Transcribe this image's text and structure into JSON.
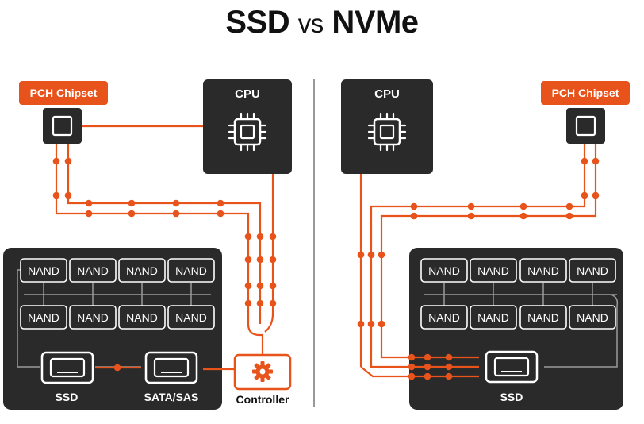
{
  "title": {
    "part1": "SSD",
    "part2": "vs",
    "part3": "NVMe"
  },
  "left": {
    "chipset_label": "PCH Chipset",
    "cpu_label": "CPU",
    "nand_row1": [
      "NAND",
      "NAND",
      "NAND",
      "NAND"
    ],
    "nand_row2": [
      "NAND",
      "NAND",
      "NAND",
      "NAND"
    ],
    "ssd_label": "SSD",
    "interface_label": "SATA/SAS",
    "controller_label": "Controller"
  },
  "right": {
    "chipset_label": "PCH Chipset",
    "cpu_label": "CPU",
    "nand_row1": [
      "NAND",
      "NAND",
      "NAND",
      "NAND"
    ],
    "nand_row2": [
      "NAND",
      "NAND",
      "NAND",
      "NAND"
    ],
    "ssd_label": "SSD"
  },
  "colors": {
    "accent": "#e8531c",
    "dark": "#2a2a2a",
    "text": "#111111",
    "line_gray": "#9a9a9a"
  }
}
